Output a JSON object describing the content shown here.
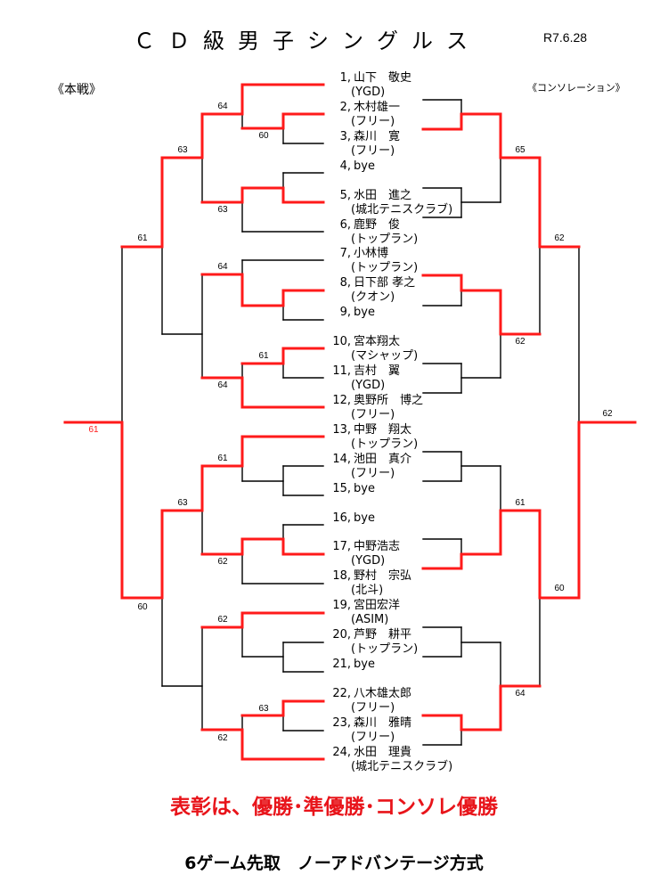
{
  "header": {
    "title": "ＣＤ級男子シングルス",
    "date": "R7.6.28",
    "main_label": "《本戦》",
    "consolation_label": "《コンソレーション》"
  },
  "colors": {
    "winner": "#ff1a1a",
    "line": "#000000"
  },
  "players": [
    {
      "no": "1,",
      "name": "山下　敬史",
      "team": "(YGD)"
    },
    {
      "no": "2,",
      "name": "木村雄一",
      "team": "(フリー)"
    },
    {
      "no": "3,",
      "name": "森川　寛",
      "team": "(フリー)"
    },
    {
      "no": "4,",
      "name": "bye",
      "team": ""
    },
    {
      "no": "5,",
      "name": "水田　進之",
      "team": "(城北テニスクラブ)"
    },
    {
      "no": "6,",
      "name": "鹿野　俊",
      "team": "(トップラン)"
    },
    {
      "no": "7,",
      "name": "小林博",
      "team": "(トップラン)"
    },
    {
      "no": "8,",
      "name": "日下部 孝之",
      "team": "(クオン)"
    },
    {
      "no": "9,",
      "name": "bye",
      "team": ""
    },
    {
      "no": "10,",
      "name": "宮本翔太",
      "team": "(マシャップ)"
    },
    {
      "no": "11,",
      "name": "吉村　翼",
      "team": "(YGD)"
    },
    {
      "no": "12,",
      "name": "奥野所　博之",
      "team": "(フリー)"
    },
    {
      "no": "13,",
      "name": "中野　翔太",
      "team": "(トップラン)"
    },
    {
      "no": "14,",
      "name": "池田　真介",
      "team": "(フリー)"
    },
    {
      "no": "15,",
      "name": "bye",
      "team": ""
    },
    {
      "no": "16,",
      "name": "bye",
      "team": ""
    },
    {
      "no": "17,",
      "name": "中野浩志",
      "team": "(YGD)"
    },
    {
      "no": "18,",
      "name": "野村　宗弘",
      "team": "(北斗)"
    },
    {
      "no": "19,",
      "name": "宮田宏洋",
      "team": "(ASIM)"
    },
    {
      "no": "20,",
      "name": "芦野　耕平",
      "team": "(トップラン)"
    },
    {
      "no": "21,",
      "name": "bye",
      "team": ""
    },
    {
      "no": "22,",
      "name": "八木雄太郎",
      "team": "(フリー)"
    },
    {
      "no": "23,",
      "name": "森川　雅晴",
      "team": "(フリー)"
    },
    {
      "no": "24,",
      "name": "水田　理貴",
      "team": "(城北テニスクラブ)"
    }
  ],
  "main_scores": [
    "64",
    "60",
    "63",
    "63",
    "64",
    "61",
    "64",
    "61",
    "61",
    "61",
    "62",
    "63",
    "62",
    "63",
    "62",
    "60"
  ],
  "consolation_scores": [
    "65",
    "62",
    "62",
    "62",
    "61",
    "64",
    "60"
  ],
  "footer": {
    "award": "表彰は、優勝･準優勝･コンソレ優勝",
    "rule": "6ゲーム先取　ノーアドバンテージ方式"
  }
}
